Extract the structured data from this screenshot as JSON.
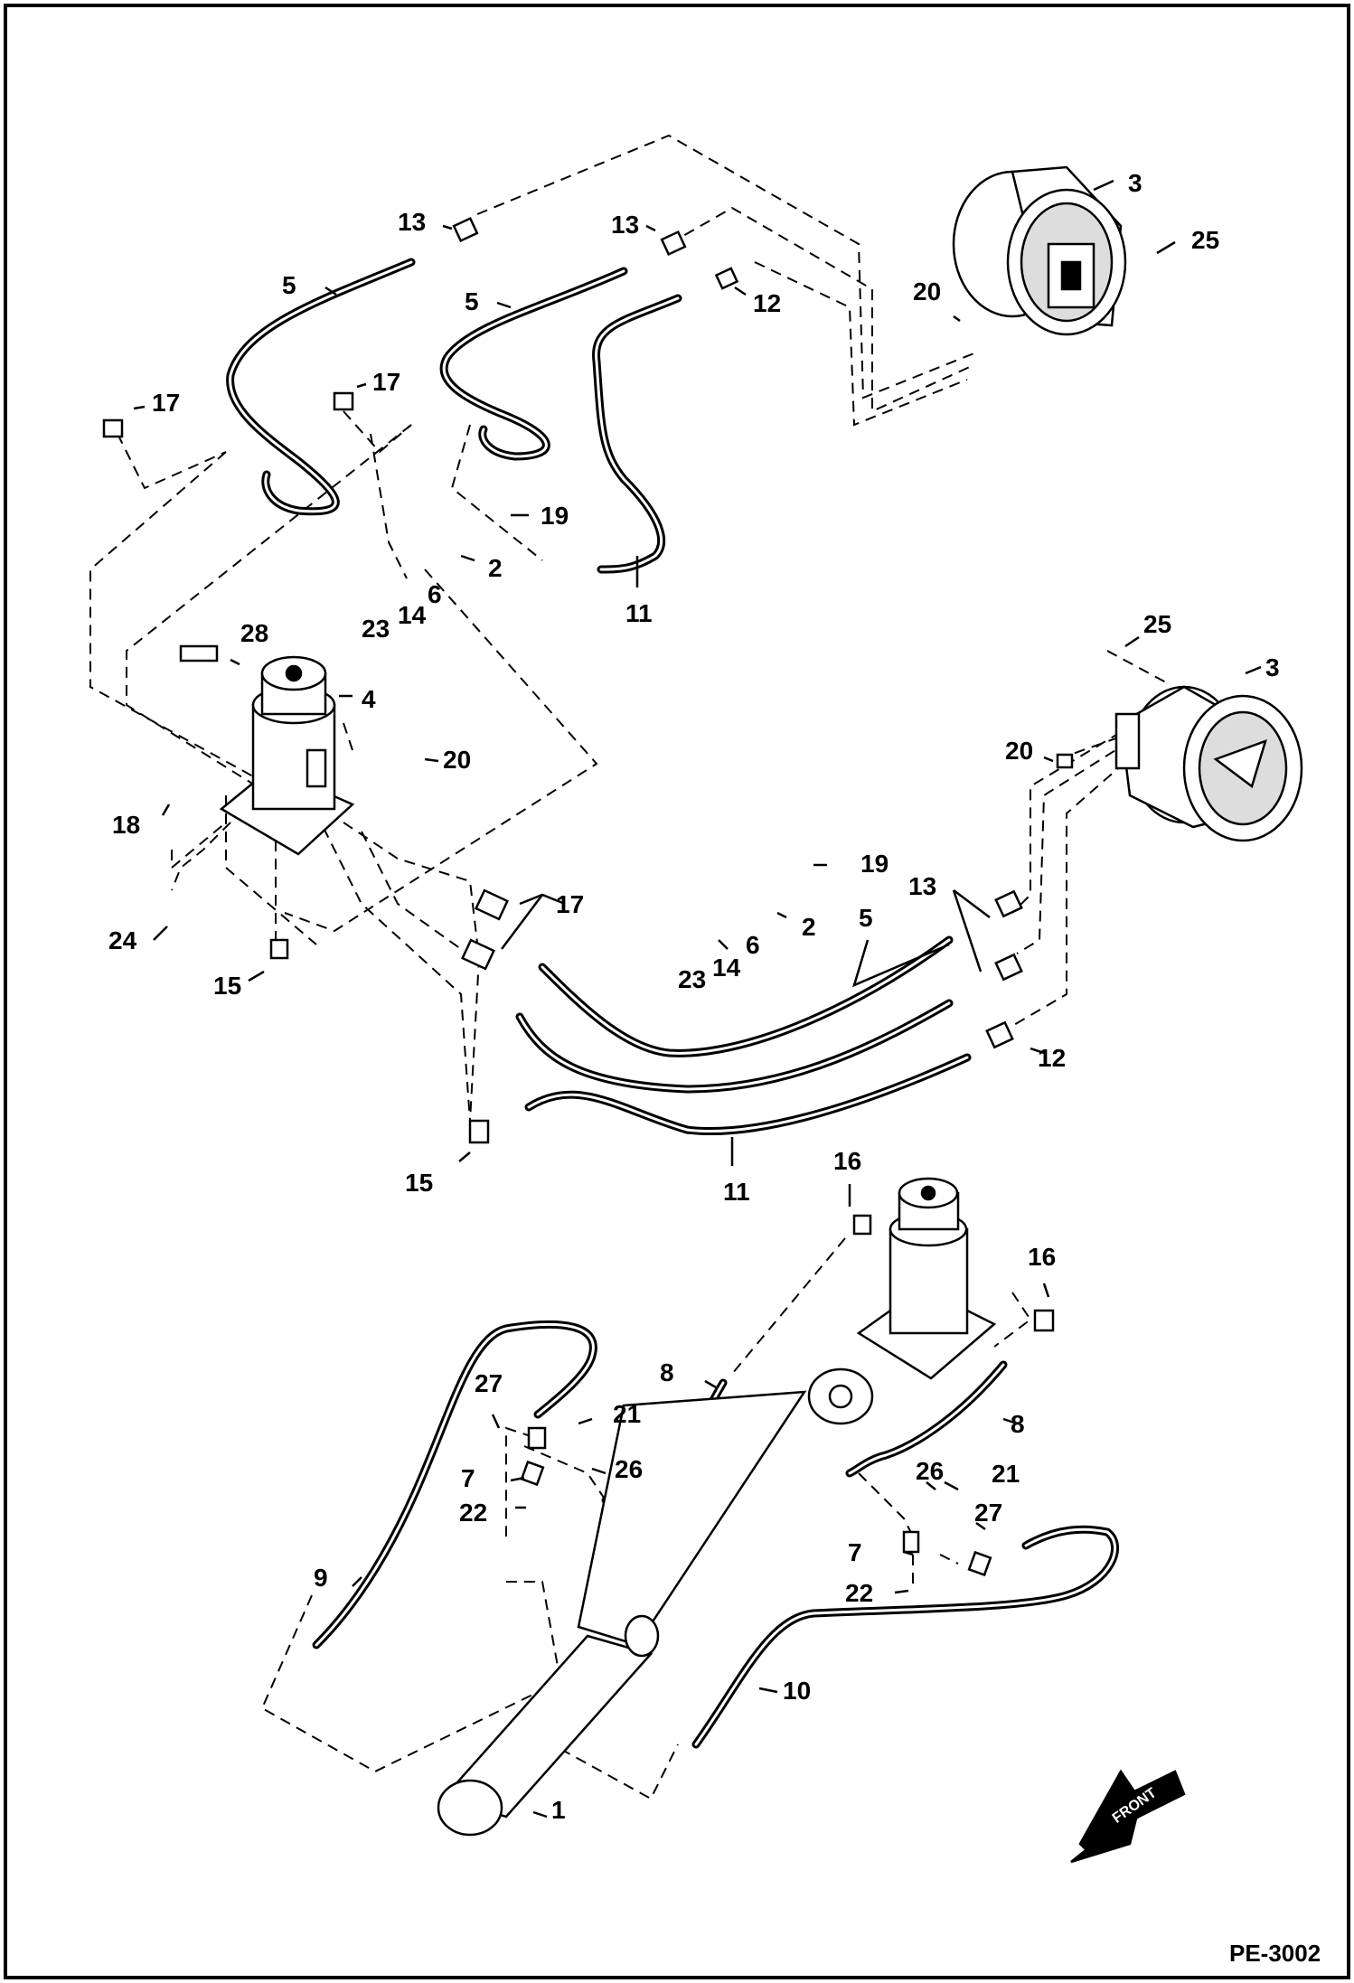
{
  "diagram": {
    "page_code": "PE-3002",
    "front_label": "FRONT",
    "callouts": [
      {
        "id": "c3a",
        "label": "3"
      },
      {
        "id": "c25a",
        "label": "25"
      },
      {
        "id": "c20a",
        "label": "20"
      },
      {
        "id": "c13a",
        "label": "13"
      },
      {
        "id": "c13b",
        "label": "13"
      },
      {
        "id": "c12a",
        "label": "12"
      },
      {
        "id": "c5a",
        "label": "5"
      },
      {
        "id": "c5b",
        "label": "5"
      },
      {
        "id": "c17a",
        "label": "17"
      },
      {
        "id": "c17b",
        "label": "17"
      },
      {
        "id": "c19a",
        "label": "19"
      },
      {
        "id": "c2a",
        "label": "2"
      },
      {
        "id": "c6a",
        "label": "6"
      },
      {
        "id": "c14a",
        "label": "14"
      },
      {
        "id": "c23a",
        "label": "23"
      },
      {
        "id": "c11a",
        "label": "11"
      },
      {
        "id": "c28",
        "label": "28"
      },
      {
        "id": "c4",
        "label": "4"
      },
      {
        "id": "c20b",
        "label": "20"
      },
      {
        "id": "c18",
        "label": "18"
      },
      {
        "id": "c24",
        "label": "24"
      },
      {
        "id": "c15a",
        "label": "15"
      },
      {
        "id": "c17c",
        "label": "17"
      },
      {
        "id": "c25b",
        "label": "25"
      },
      {
        "id": "c3b",
        "label": "3"
      },
      {
        "id": "c20c",
        "label": "20"
      },
      {
        "id": "c19b",
        "label": "19"
      },
      {
        "id": "c2b",
        "label": "2"
      },
      {
        "id": "c6b",
        "label": "6"
      },
      {
        "id": "c14b",
        "label": "14"
      },
      {
        "id": "c23b",
        "label": "23"
      },
      {
        "id": "c13c",
        "label": "13"
      },
      {
        "id": "c5c",
        "label": "5"
      },
      {
        "id": "c12b",
        "label": "12"
      },
      {
        "id": "c15b",
        "label": "15"
      },
      {
        "id": "c11b",
        "label": "11"
      },
      {
        "id": "c16a",
        "label": "16"
      },
      {
        "id": "c16b",
        "label": "16"
      },
      {
        "id": "c8a",
        "label": "8"
      },
      {
        "id": "c8b",
        "label": "8"
      },
      {
        "id": "c27a",
        "label": "27"
      },
      {
        "id": "c21a",
        "label": "21"
      },
      {
        "id": "c7a",
        "label": "7"
      },
      {
        "id": "c26a",
        "label": "26"
      },
      {
        "id": "c22a",
        "label": "22"
      },
      {
        "id": "c26b",
        "label": "26"
      },
      {
        "id": "c21b",
        "label": "21"
      },
      {
        "id": "c27b",
        "label": "27"
      },
      {
        "id": "c7b",
        "label": "7"
      },
      {
        "id": "c22b",
        "label": "22"
      },
      {
        "id": "c9",
        "label": "9"
      },
      {
        "id": "c10",
        "label": "10"
      },
      {
        "id": "c1",
        "label": "1"
      }
    ]
  }
}
